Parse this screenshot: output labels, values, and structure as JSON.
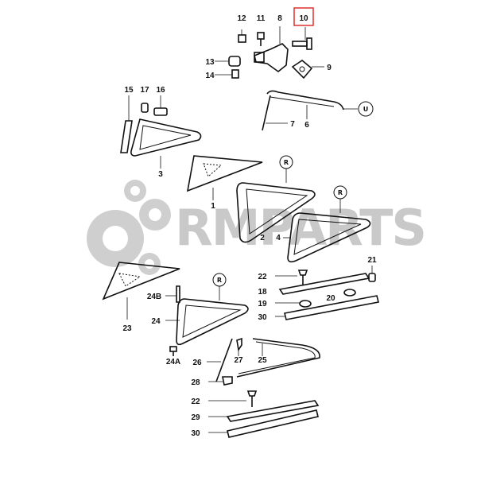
{
  "watermark": {
    "text": "RMPARTS",
    "color": "#c9c9c9"
  },
  "highlight_color": "#e03030",
  "callouts": {
    "c12": "12",
    "c11": "11",
    "c8": "8",
    "c10": "10",
    "c13": "13",
    "c9": "9",
    "c14": "14",
    "c15": "15",
    "c17": "17",
    "c16": "16",
    "c7": "7",
    "c6": "6",
    "c3": "3",
    "c1": "1",
    "c2": "2",
    "c4": "4",
    "c21": "21",
    "c22a": "22",
    "c18": "18",
    "c19": "19",
    "c20": "20",
    "c24b": "24B",
    "c24": "24",
    "c30a": "30",
    "c23": "23",
    "c24a": "24A",
    "c26": "26",
    "c27": "27",
    "c25": "25",
    "c28": "28",
    "c22b": "22",
    "c29": "29",
    "c30b": "30"
  },
  "symbols": {
    "u": "U",
    "s1": "R",
    "s2": "R",
    "s3": "R"
  }
}
